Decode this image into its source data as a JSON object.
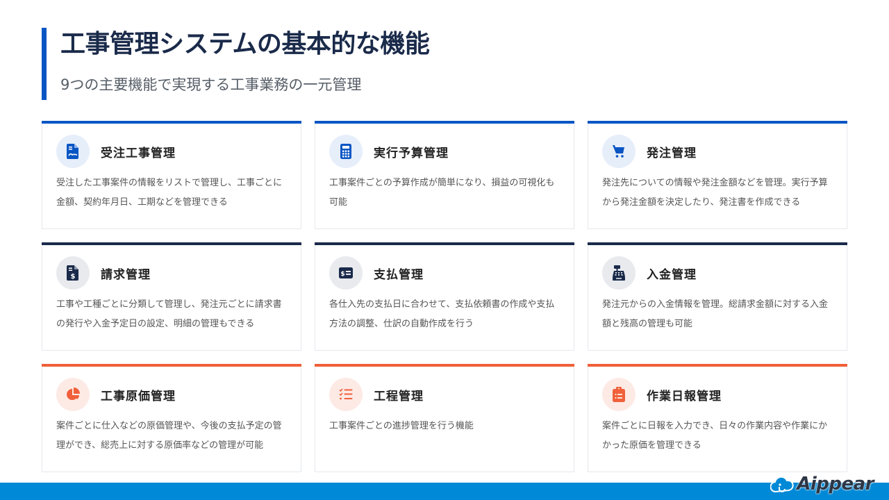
{
  "header": {
    "title": "工事管理システムの基本的な機能",
    "subtitle": "9つの主要機能で実現する工事業務の一元管理",
    "accent_color": "#0a55c4"
  },
  "colors": {
    "blue": "#0a55c4",
    "navy": "#1a2a4a",
    "orange": "#f0603a",
    "footer": "#0089d6"
  },
  "cards": [
    {
      "title": "受注工事管理",
      "icon": "document-contract-icon",
      "desc": "受注した工事案件の情報をリストで管理し、工事ごとに金額、契約年月日、工期などを管理できる"
    },
    {
      "title": "実行予算管理",
      "icon": "calculator-icon",
      "desc": "工事案件ごとの予算作成が簡単になり、損益の可視化も可能"
    },
    {
      "title": "発注管理",
      "icon": "shopping-cart-icon",
      "desc": "発注先についての情報や発注金額などを管理。実行予算から発注金額を決定したり、発注書を作成できる"
    },
    {
      "title": "請求管理",
      "icon": "invoice-dollar-icon",
      "desc": "工事や工種ごとに分類して管理し、発注元ごとに請求書の発行や入金予定日の設定、明細の管理もできる"
    },
    {
      "title": "支払管理",
      "icon": "money-check-icon",
      "desc": "各仕入先の支払日に合わせて、支払依頼書の作成や支払方法の調整、仕訳の自動作成を行う"
    },
    {
      "title": "入金管理",
      "icon": "cash-register-icon",
      "desc": "発注元からの入金情報を管理。総請求金額に対する入金額と残高の管理も可能"
    },
    {
      "title": "工事原価管理",
      "icon": "pie-chart-icon",
      "desc": "案件ごとに仕入などの原価管理や、今後の支払予定の管理ができ、総売上に対する原価率などの管理が可能"
    },
    {
      "title": "工程管理",
      "icon": "task-list-icon",
      "desc": "工事案件ごとの進捗管理を行う機能"
    },
    {
      "title": "作業日報管理",
      "icon": "clipboard-list-icon",
      "desc": "案件ごとに日報を入力でき、日々の作業内容や作業にかかった原価を管理できる"
    }
  ],
  "footer": {
    "logo_text": "Aippear"
  }
}
